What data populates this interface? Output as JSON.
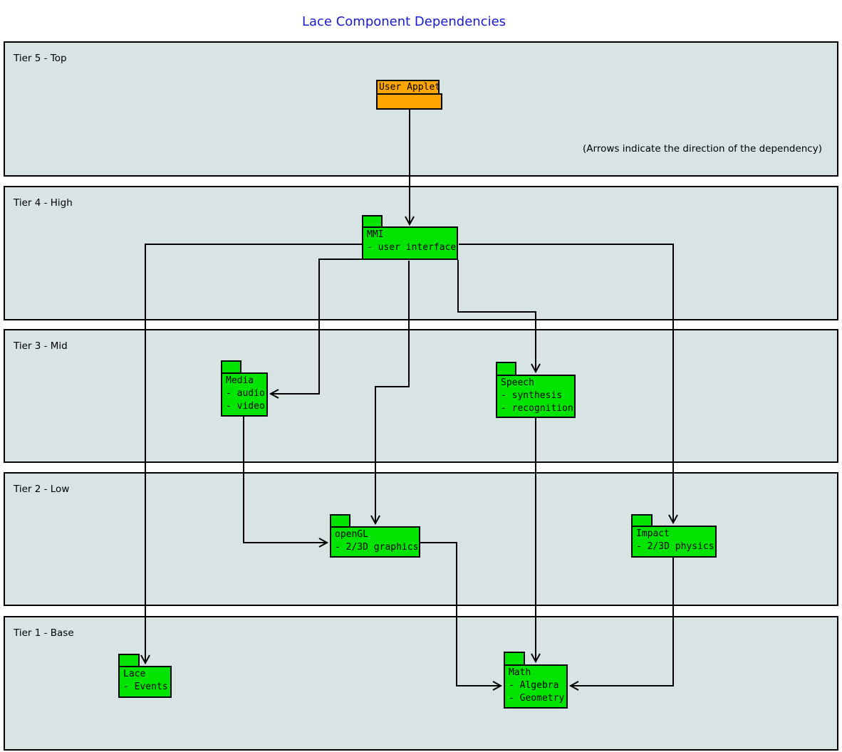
{
  "title": "Lace Component Dependencies",
  "note": "(Arrows indicate the direction of the dependency)",
  "colors": {
    "title": "#1a1ad1",
    "tier_bg": "#d8e3e3",
    "component": "#00e400",
    "applet": "#ffa500",
    "line": "#000000"
  },
  "tiers": [
    {
      "label": "Tier 5 - Top"
    },
    {
      "label": "Tier 4 - High"
    },
    {
      "label": "Tier 3 - Mid"
    },
    {
      "label": "Tier 2 - Low"
    },
    {
      "label": "Tier 1 - Base"
    }
  ],
  "components": {
    "user_applet": {
      "tier": "Tier 5 - Top",
      "lines": [
        "User Applet"
      ]
    },
    "mmi": {
      "tier": "Tier 4 - High",
      "lines": [
        "MMI",
        "- user interface"
      ]
    },
    "media": {
      "tier": "Tier 3 - Mid",
      "lines": [
        "Media",
        "- audio",
        "- video"
      ]
    },
    "speech": {
      "tier": "Tier 3 - Mid",
      "lines": [
        "Speech",
        "- synthesis",
        "- recognition"
      ]
    },
    "opengl": {
      "tier": "Tier 2 - Low",
      "lines": [
        "openGL",
        "- 2/3D graphics"
      ]
    },
    "impact": {
      "tier": "Tier 2 - Low",
      "lines": [
        "Impact",
        "- 2/3D physics"
      ]
    },
    "lace": {
      "tier": "Tier 1 - Base",
      "lines": [
        "Lace",
        "- Events"
      ]
    },
    "math": {
      "tier": "Tier 1 - Base",
      "lines": [
        "Math",
        "- Algebra",
        "- Geometry"
      ]
    }
  },
  "edges": [
    {
      "from": "User Applet",
      "to": "MMI"
    },
    {
      "from": "MMI",
      "to": "Lace"
    },
    {
      "from": "MMI",
      "to": "Impact"
    },
    {
      "from": "MMI",
      "to": "Media"
    },
    {
      "from": "MMI",
      "to": "Speech"
    },
    {
      "from": "MMI",
      "to": "openGL"
    },
    {
      "from": "Media",
      "to": "openGL"
    },
    {
      "from": "Speech",
      "to": "Math"
    },
    {
      "from": "Impact",
      "to": "Math"
    },
    {
      "from": "openGL",
      "to": "Math"
    }
  ]
}
